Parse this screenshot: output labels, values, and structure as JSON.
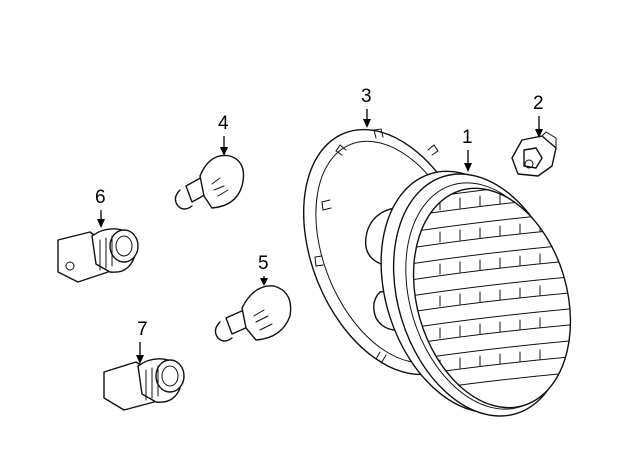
{
  "diagram": {
    "callouts": [
      {
        "id": "1",
        "label": "1"
      },
      {
        "id": "2",
        "label": "2"
      },
      {
        "id": "3",
        "label": "3"
      },
      {
        "id": "4",
        "label": "4"
      },
      {
        "id": "5",
        "label": "5"
      },
      {
        "id": "6",
        "label": "6"
      },
      {
        "id": "7",
        "label": "7"
      }
    ],
    "parts": [
      {
        "callout": "1",
        "icon": "lamp-assembly-icon"
      },
      {
        "callout": "2",
        "icon": "retainer-clip-icon"
      },
      {
        "callout": "3",
        "icon": "mounting-ring-icon"
      },
      {
        "callout": "4",
        "icon": "bulb-icon"
      },
      {
        "callout": "5",
        "icon": "bulb-icon"
      },
      {
        "callout": "6",
        "icon": "bulb-socket-icon"
      },
      {
        "callout": "7",
        "icon": "bulb-socket-icon"
      }
    ],
    "line_color": "#111111",
    "background": "#ffffff"
  }
}
